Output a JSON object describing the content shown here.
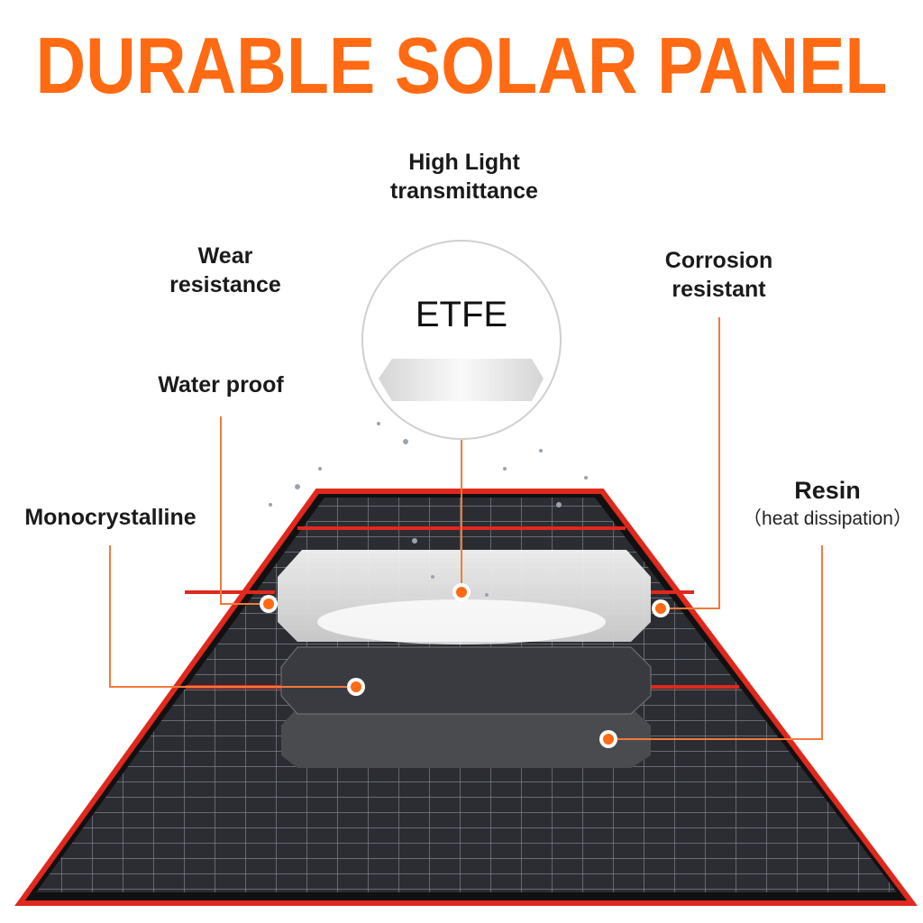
{
  "title": "DURABLE SOLAR PANEL",
  "colors": {
    "accent": "#FF6A13",
    "panel_border": "#E0281C",
    "cell": "#2b2d33"
  },
  "labels": {
    "high_light_1": "High Light",
    "high_light_2": "transmittance",
    "wear_1": "Wear",
    "wear_2": "resistance",
    "corrosion_1": "Corrosion",
    "corrosion_2": "resistant",
    "water": "Water proof",
    "mono": "Monocrystalline",
    "resin": "Resin",
    "resin_sub": "（heat dissipation）",
    "etfe": "ETFE"
  }
}
